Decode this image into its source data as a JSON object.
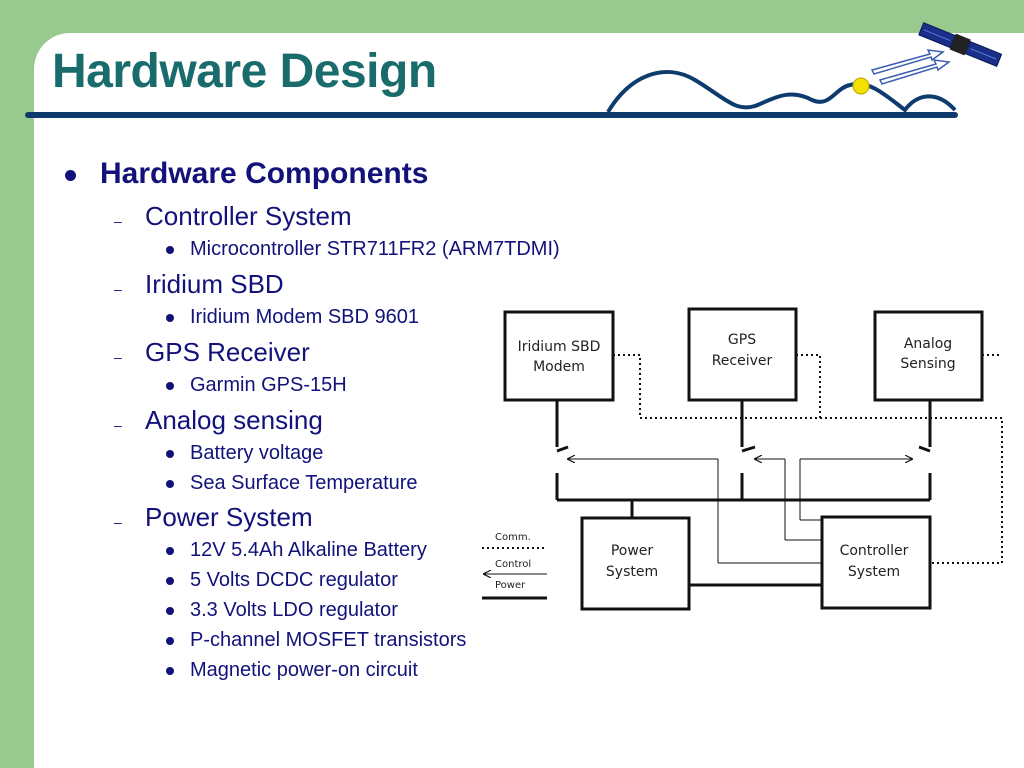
{
  "slide": {
    "title": "Hardware Design"
  },
  "content": {
    "heading": "Hardware Components",
    "sections": [
      {
        "label": "Controller System",
        "items": [
          "Microcontroller STR711FR2 (ARM7TDMI)"
        ]
      },
      {
        "label": "Iridium SBD",
        "items": [
          "Iridium Modem SBD 9601"
        ]
      },
      {
        "label": "GPS Receiver",
        "items": [
          "Garmin GPS-15H"
        ]
      },
      {
        "label": "Analog sensing",
        "items": [
          "Battery voltage",
          "Sea Surface Temperature"
        ]
      },
      {
        "label": "Power System",
        "items": [
          "12V 5.4Ah Alkaline Battery",
          "5 Volts DCDC regulator",
          "3.3 Volts LDO regulator",
          "P-channel MOSFET transistors",
          "Magnetic power-on circuit"
        ]
      }
    ]
  },
  "diagram": {
    "blocks": {
      "iridium_line1": "Iridium SBD",
      "iridium_line2": "Modem",
      "gps_line1": "GPS",
      "gps_line2": "Receiver",
      "analog_line1": "Analog",
      "analog_line2": "Sensing",
      "power_line1": "Power",
      "power_line2": "System",
      "controller_line1": "Controller",
      "controller_line2": "System"
    },
    "legend": {
      "comm": "Comm.",
      "control": "Control",
      "power": "Power"
    }
  },
  "colors": {
    "background_green": "#98c98f",
    "title": "#1a6b6b",
    "header_line": "#0d3b6e",
    "text_navy": "#12127a",
    "sun_yellow": "#f5e000"
  },
  "icons": [
    "satellite-icon",
    "signal-arrows-icon",
    "sun-icon",
    "wave-line-icon"
  ]
}
